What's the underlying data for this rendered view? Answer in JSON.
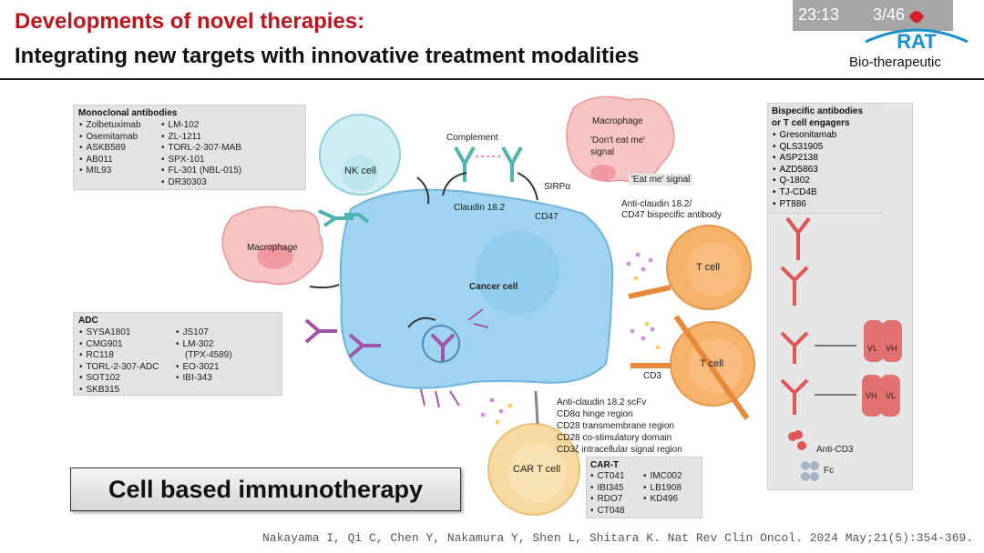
{
  "header": {
    "title_line1": "Developments of novel therapies:",
    "title_line2": "Integrating new targets with innovative treatment modalities",
    "clock": "23:13",
    "slide_counter": "3/46",
    "logo_text": "Bio-therapeutic",
    "logo_mark": "RAT"
  },
  "boxes": {
    "monoclonal": {
      "title": "Monoclonal antibodies",
      "col1": [
        "Zolbetuximab",
        "Osemitamab",
        "ASKB589",
        "AB011",
        "MIL93"
      ],
      "col2": [
        "LM-102",
        "ZL-1211",
        "TORL-2-307-MAB",
        "SPX-101",
        "FL-301 (NBL-015)",
        "DR30303"
      ]
    },
    "adc": {
      "title": "ADC",
      "col1": [
        "SYSA1801",
        "CMG901",
        "RC118",
        "TORL-2-307-ADC",
        "SOT102",
        "SKB315"
      ],
      "col2": [
        "JS107",
        "LM-302",
        "(TPX-4589)",
        "EO-3021",
        "IBI-343"
      ]
    },
    "bispecific": {
      "title_line1": "Bispecific antibodies",
      "title_line2": "or T cell engagers",
      "items": [
        "Gresonitamab",
        "QLS31905",
        "ASP2138",
        "AZD5863",
        "Q-1802",
        "TJ-CD4B",
        "PT886"
      ],
      "legend_anticd3": "Anti-CD3",
      "legend_fc": "Fc",
      "vl": "VL",
      "vh": "VH"
    },
    "cart": {
      "title": "CAR-T",
      "col1": [
        "CT041",
        "IBI345",
        "RDO7",
        "CT048"
      ],
      "col2": [
        "IMC002",
        "LB1908",
        "KD496"
      ]
    }
  },
  "labels": {
    "nk_cell": "NK cell",
    "complement": "Complement",
    "claudin": "Claudin 18.2",
    "macrophage_top": "Macrophage",
    "dont_eat_me_1": "'Don't eat me'",
    "dont_eat_me_2": "signal",
    "eat_me": "'Eat me' signal",
    "sirpa": "SIRPα",
    "cd47": "CD47",
    "anti_claudin_cd47_1": "Anti-claudin 18.2/",
    "anti_claudin_cd47_2": "CD47 bispecific antibody",
    "macrophage_left": "Macrophage",
    "cancer_cell": "Cancer cell",
    "t_cell_1": "T cell",
    "t_cell_2": "T cell",
    "cd3": "CD3",
    "car_t_cell": "CAR T cell",
    "car_parts": [
      "Anti-claudin 18.2 scFv",
      "CD8α hinge region",
      "CD28 transmembrane region",
      "CD28 co-stimulatory domain",
      "CD3ζ intracellular signal region"
    ]
  },
  "caption": "Cell based immunotherapy",
  "citation": "Nakayama I, Qi C, Chen Y, Nakamura Y, Shen L, Shitara K. Nat Rev Clin Oncol. 2024 May;21(5):354-369.",
  "colors": {
    "title_red": "#c0141c",
    "cancer_cell": "#9fd3f0",
    "t_cell": "#f7b26a",
    "nk_cell": "#cfeef3",
    "macrophage": "#f4a7a7",
    "antibody_teal": "#4fb3b0",
    "adc_purple": "#a054a8",
    "bispecific_red": "#e05555"
  }
}
